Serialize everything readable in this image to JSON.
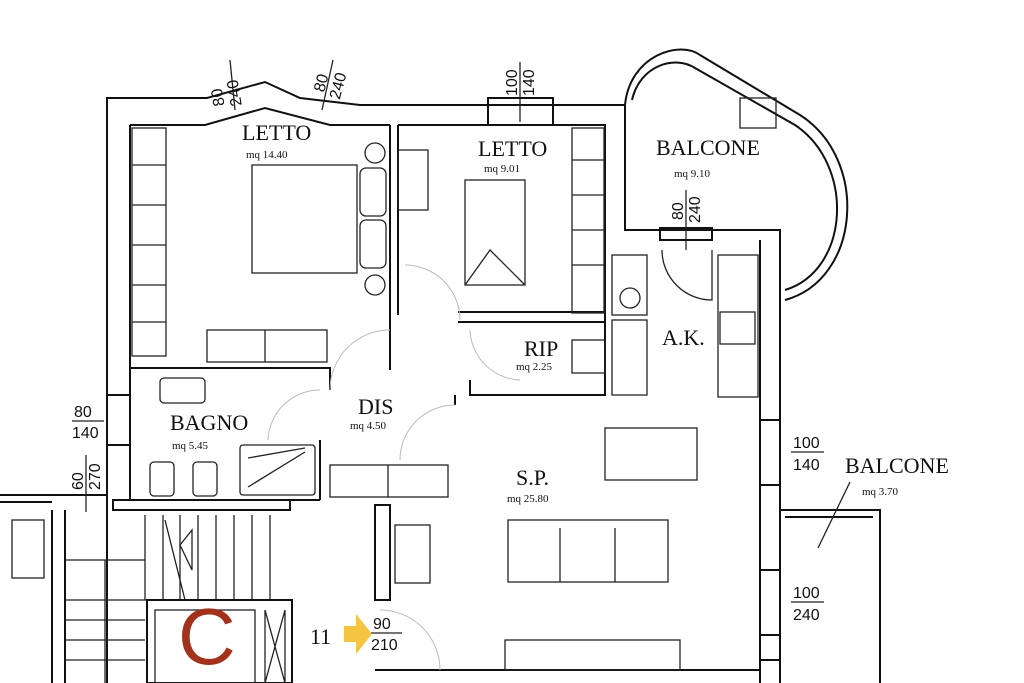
{
  "rooms": {
    "letto1": {
      "name": "LETTO",
      "area": "mq 14.40"
    },
    "letto2": {
      "name": "LETTO",
      "area": "mq 9.01"
    },
    "balcone1": {
      "name": "BALCONE",
      "area": "mq 9.10"
    },
    "rip": {
      "name": "RIP",
      "area": "mq 2.25"
    },
    "ak": {
      "name": "A.K."
    },
    "bagno": {
      "name": "BAGNO",
      "area": "mq 5.45"
    },
    "dis": {
      "name": "DIS",
      "area": "mq 4.50"
    },
    "sp": {
      "name": "S.P.",
      "area": "mq 25.80"
    },
    "balcone2": {
      "name": "BALCONE",
      "area": "mq 3.70"
    }
  },
  "dimensions": {
    "w1": {
      "top": "80",
      "bottom": "240"
    },
    "w2": {
      "top": "80",
      "bottom": "240"
    },
    "w3": {
      "top": "100",
      "bottom": "140"
    },
    "w4": {
      "top": "80",
      "bottom": "240"
    },
    "w5": {
      "top": "80",
      "bottom": "140"
    },
    "w6": {
      "top": "60",
      "bottom": "270"
    },
    "w7": {
      "top": "100",
      "bottom": "140"
    },
    "w8": {
      "top": "100",
      "bottom": "240"
    },
    "entry": {
      "top": "90",
      "bottom": "210"
    }
  },
  "entrance_number": "11",
  "stair_letter": "C",
  "colors": {
    "arrow": "#f5c542",
    "letter": "#a3321c"
  }
}
